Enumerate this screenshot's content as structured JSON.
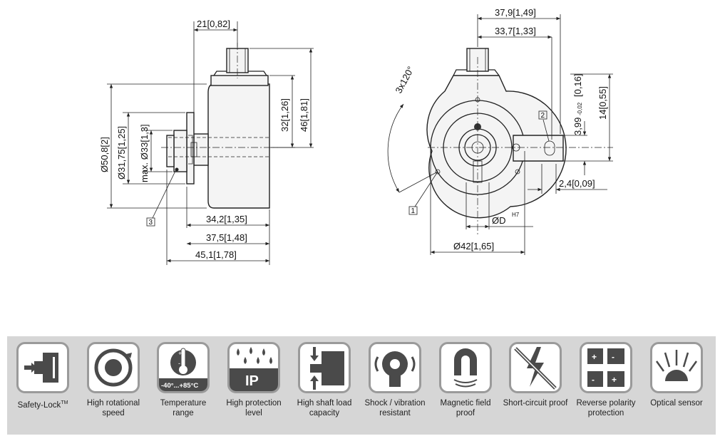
{
  "drawing": {
    "side_view": {
      "dims": {
        "top_21": "21[0,82]",
        "v_32": "32[1,26]",
        "v_46": "46[1,81]",
        "dia_50_8": "Ø50,8[2]",
        "dia_31_75": "Ø31,75[1,25]",
        "max_dia_33": "max. Ø33[1,3]",
        "h_34_2": "34,2[1,35]",
        "h_37_5": "37,5[1,48]",
        "h_45_1": "45,1[1,78]"
      },
      "callout": "3"
    },
    "front_view": {
      "dims": {
        "top_37_9": "37,9[1,49]",
        "top_33_7": "33,7[1,33]",
        "angle": "3x120°",
        "v_3_99": "3,99",
        "v_3_99_tol": "-0,02",
        "v_3_99_in": "[0,16]",
        "v_14": "14[0,55]",
        "h_2_4": "2,4[0,09]",
        "dia_D": "ØD",
        "dia_D_fit": "H7",
        "dia_42": "Ø42[1,65]"
      },
      "callouts": [
        "1",
        "2"
      ]
    }
  },
  "features": [
    {
      "icon": "safety-lock-icon",
      "label": "Safety-Lock",
      "sup": "TM"
    },
    {
      "icon": "rotation-icon",
      "label": "High rotational speed"
    },
    {
      "icon": "thermometer-icon",
      "label": "Temperature range",
      "badge": "-40°...+85°C"
    },
    {
      "icon": "droplets-icon",
      "label": "High protection level",
      "badge": "IP"
    },
    {
      "icon": "shaft-load-icon",
      "label": "High shaft load capacity"
    },
    {
      "icon": "vibration-icon",
      "label": "Shock / vibration resistant"
    },
    {
      "icon": "magnet-icon",
      "label": "Magnetic field proof"
    },
    {
      "icon": "lightning-icon",
      "label": "Short-circuit proof"
    },
    {
      "icon": "polarity-icon",
      "label": "Reverse polarity protection"
    },
    {
      "icon": "optical-sensor-icon",
      "label": "Optical sensor"
    }
  ],
  "colors": {
    "panel_bg": "#d6d6d6",
    "tile_border": "#9a9a9a",
    "icon_dark": "#4a4a4a"
  }
}
